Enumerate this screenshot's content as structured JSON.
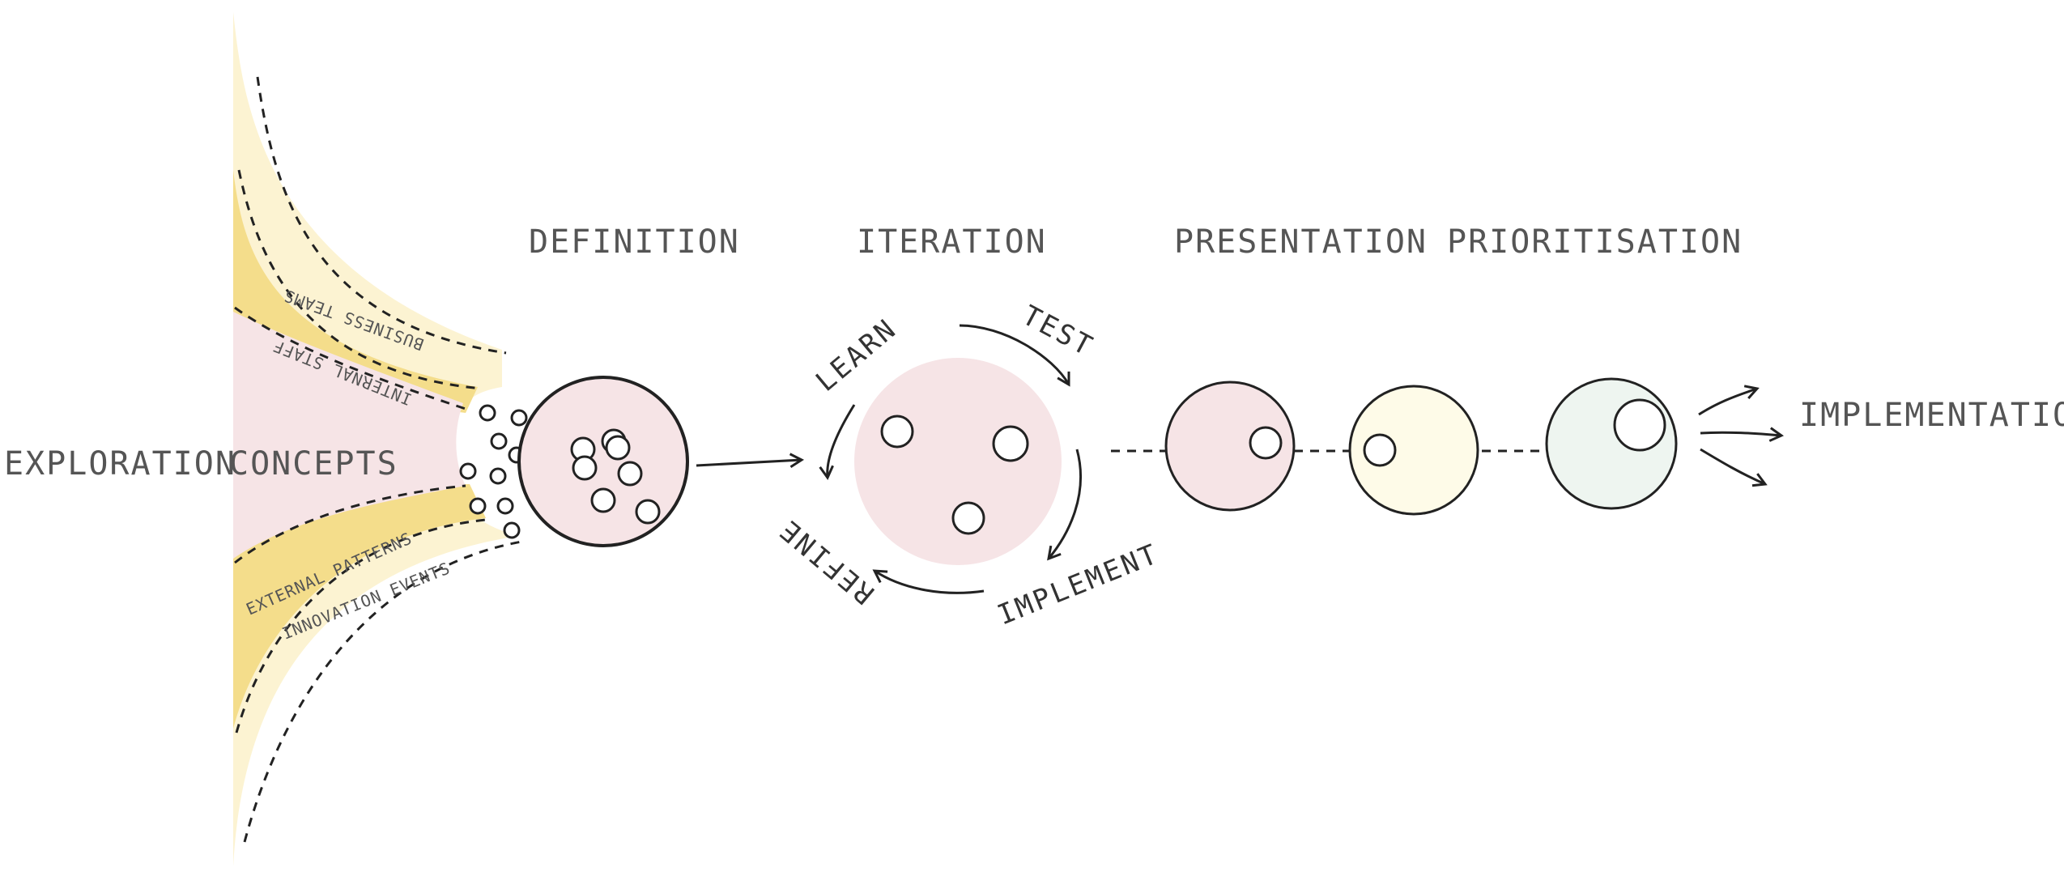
{
  "stages": {
    "exploration": "EXPLORATION",
    "concepts": "CONCEPTS",
    "definition": "DEFINITION",
    "iteration": "ITERATION",
    "presentation": "PRESENTATION",
    "prioritisation": "PRIORITISATION",
    "implementation": "IMPLEMENTATION"
  },
  "bands": {
    "business_teams": "BUSINESS TEAMS",
    "internal_staff": "INTERNAL STAFF",
    "external_patterns": "EXTERNAL PATTERNS",
    "innovation_events": "INNOVATION EVENTS"
  },
  "cycle": {
    "learn": "LEARN",
    "test": "TEST",
    "implement": "IMPLEMENT",
    "refine": "REFINE"
  },
  "colors": {
    "pink": "#f6e4e6",
    "pale_yellow": "#fcf3d2",
    "gold": "#f4dd8b",
    "mint": "#eef5f0",
    "cream": "#fefbe8",
    "ink": "#222222"
  }
}
